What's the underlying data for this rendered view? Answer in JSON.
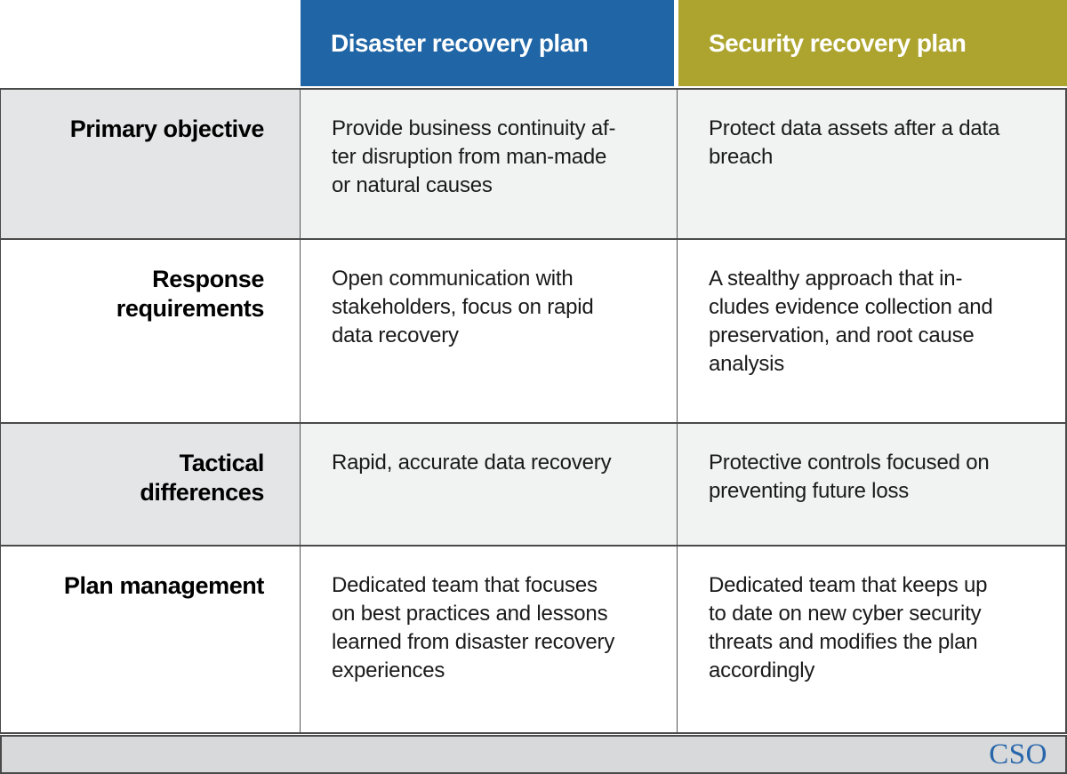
{
  "table": {
    "columns": [
      {
        "label": "Disaster recovery plan",
        "color": "#2065a5"
      },
      {
        "label": "Security recovery plan",
        "color": "#ada42f"
      }
    ],
    "rows": [
      {
        "label": "Primary objective",
        "disaster": "Provide business continuity af-\nter disruption from man-made\nor natural causes",
        "security": "Protect data assets after a data\nbreach"
      },
      {
        "label": "Response\nrequirements",
        "disaster": "Open communication with\nstakeholders, focus on rapid\ndata recovery",
        "security": "A stealthy approach that in-\ncludes evidence collection and\npreservation, and root cause\nanalysis"
      },
      {
        "label": "Tactical\ndifferences",
        "disaster": "Rapid, accurate data recovery",
        "security": "Protective controls focused on\npreventing future loss"
      },
      {
        "label": "Plan management",
        "disaster": "Dedicated team that focuses\non best practices and lessons\nlearned from disaster recovery\nexperiences",
        "security": "Dedicated team that keeps up\nto date on new cyber security\nthreats and modifies the plan\naccordingly"
      }
    ]
  },
  "footer": {
    "brand": "CSO"
  },
  "chart_data": {
    "type": "table",
    "columns": [
      "",
      "Disaster recovery plan",
      "Security recovery plan"
    ],
    "rows": [
      [
        "Primary objective",
        "Provide business continuity after disruption from man-made or natural causes",
        "Protect data assets after a data breach"
      ],
      [
        "Response requirements",
        "Open communication with stakeholders, focus on rapid data recovery",
        "A stealthy approach that includes evidence collection and preservation, and root cause analysis"
      ],
      [
        "Tactical differences",
        "Rapid, accurate data recovery",
        "Protective controls focused on preventing future loss"
      ],
      [
        "Plan management",
        "Dedicated team that focuses on best practices and lessons learned from disaster recovery experiences",
        "Dedicated team that keeps up to date on new cyber security threats and modifies the plan accordingly"
      ]
    ],
    "header_colors": [
      "#2065a5",
      "#ada42f"
    ],
    "source_brand": "CSO"
  }
}
